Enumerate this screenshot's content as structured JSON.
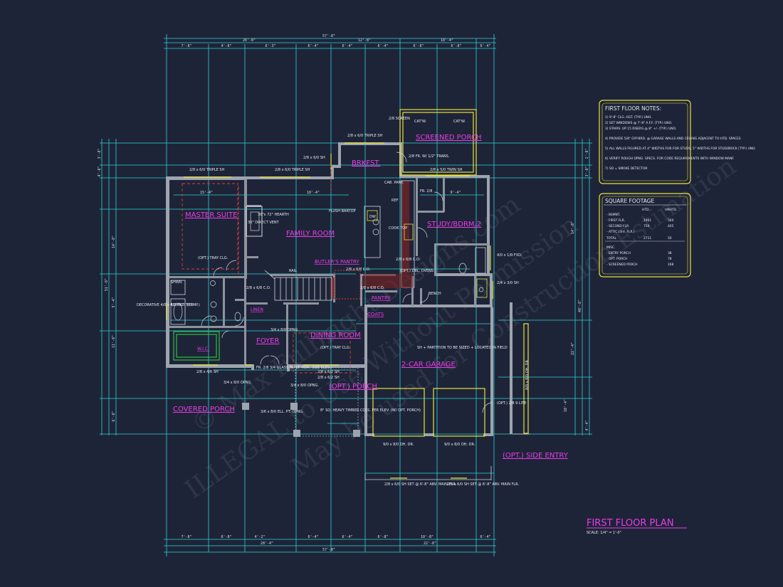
{
  "title": "FIRST FLOOR PLAN",
  "scale": "SCALE: 1/4\" = 1'-0\"",
  "watermark": {
    "line1": "© Max Fulbright Designs.com",
    "line2": "ILLEGAL to Use Without Permission",
    "line3": "May be used for Construction Estimation"
  },
  "rooms": {
    "master_suite": "MASTER SUITE",
    "family_room": "FAMILY ROOM",
    "brkfst": "BRKFST.",
    "screened_porch": "SCREENED PORCH",
    "study": "STUDY/BDRM.2",
    "butlers_pantry": "BUTLER'S PANTRY",
    "pantry": "PANTRY",
    "coats": "COATS",
    "linen": "LINEN",
    "foyer": "FOYER",
    "dining_room": "DINING ROOM",
    "wic": "W.I.C.",
    "covered_porch": "COVERED PORCH",
    "opt_porch": "(OPT.) PORCH",
    "garage": "2-CAR GARAGE",
    "side_entry": "(OPT.) SIDE ENTRY"
  },
  "notes": {
    "first_floor": {
      "title": "FIRST FLOOR NOTES:",
      "items": [
        "1) 9'-8\" CLG. HGT. (TYP.) UNO.",
        "2) SET WINDOWS @ 7'-8\" A.F.F. (TYP.) UNO.",
        "3) STAIRS: UP 15 RISERS @ 8\" +/- (TYP.) UNO.",
        "4) PROVIDE 5/8\" GYP.BRD. @ GARAGE WALLS AND CEILING ADJACENT TO HTD. SPACES",
        "5) ALL WALLS FIGURED AT 4\" WIDTHS FOR FOR STUDS, 5\" WIDTHS FOR STUD/BRICK (TYP.) UNO.",
        "6) VERIFY ROUGH OPNG. SPECS. FOR CODE REQUIREMENTS WITH WINDOW MANF.",
        "7) SD = SMOKE DETECTOR"
      ]
    },
    "square_footage": {
      "title": "SQUARE FOOTAGE",
      "col_heated": "HTD.",
      "col_unheated": "UNHTD.",
      "rows": [
        {
          "label": "- BSMNT.",
          "htd": "",
          "unhtd": ""
        },
        {
          "label": "- FIRST FLR.",
          "htd": "1961",
          "unhtd": "560"
        },
        {
          "label": "- SECOND FLR.",
          "htd": "750",
          "unhtd": "405"
        },
        {
          "label": "- ATTIC (3rd. FLR.)",
          "htd": "",
          "unhtd": ""
        },
        {
          "label": "TOTAL",
          "htd": "2711",
          "unhtd": "50"
        },
        {
          "label": "MISC.",
          "htd": "",
          "unhtd": ""
        },
        {
          "label": "- ENTRY PORCH",
          "htd": "",
          "unhtd": "38"
        },
        {
          "label": "- OPT. PORCH",
          "htd": "",
          "unhtd": "78"
        },
        {
          "label": "- SCREENED PORCH",
          "htd": "",
          "unhtd": "168"
        }
      ]
    }
  },
  "callouts": {
    "triple_sh_1": "2/8 x 6/0 TRIPLE SH",
    "triple_sh_2": "2/8 x 6/0 TRIPLE SH",
    "triple_sh_3": "2/8 x 6/0 TRIPLE SH",
    "sh_1": "2/8 x 6/0 SH",
    "twin_sh": "2/8 x 5/0 TWIN SH",
    "screen": "2/8 SCREEN",
    "catw1": "CAT'W.",
    "catw2": "CAT'W.",
    "fr_w": "2/8 FR. W/ 1/2\" TRANS.",
    "hearth": "36\"x 72\" HEARTH",
    "direct_vent": "36\" DIRECT VENT",
    "flush_bartop": "FLUSH BARTOP",
    "dw": "DW",
    "cook_top": "COOK TOP",
    "cab_pant": "CAB. PANT.",
    "ref": "REF",
    "dbl_ovens": "(OPT.) DBL. OVENS",
    "tray_clg_1": "(OPT.) TRAY CLG.",
    "tray_clg_2": "(OPT.) TRAY CLG.",
    "rail": "RAIL",
    "co_1": "2/8 x 6/8 C.O.",
    "co_2": "2/8 x 6/8 C.O.",
    "co_3": "2/8 x 6/8 C.O.",
    "co_4": "2/8 x 6/8 C.O.",
    "bench": "BENCH",
    "fxd_1": "4/0 x 1/0 FXD.",
    "sh_2": "2/4 x 3/0 SH",
    "decorative": "DECORATIVE 4/0 x 4/0 FXD. (TEMP.)",
    "shwr": "SHWR.",
    "tub": "42\"x60\" TUB",
    "sh_3": "2/8 x 4/6 SH",
    "glass_sl": "FR. 2/8 3/4 GLASS SL. LT. HDR. (SEE ELEV.)",
    "opng_1": "3/4 x 8/0 OPNG.",
    "opng_2": "3/4 x 8/0 OPNG.",
    "opng_3": "3/4 x 8/0 OPNG.",
    "cased_opng": "3/6 x 8/0 ELL. PT. OPNG.",
    "sh_4": "2/8 x 6/2 SH",
    "sh_5": "2/8 x 6/2 SH",
    "timber_cols": "8\" SQ. HEAVY TIMBER COLS. PER ELEV. (W/ OPT. PORCH)",
    "partition": "SH + PARTITION TO BE SIZED + LOCATED IN FIELD",
    "gar_dr_1": "9/0 x 8/0 OH. DR.",
    "gar_dr_2": "9/0 x 8/0 OH. DR.",
    "side_dr": "8/0 x 8/0 OH. DR.",
    "opt_lite": "(OPT.) 2/8 9 LITE",
    "sh_6": "2/8 x 6/0 SH SET @ 6'-8\" ABV. MAIN FLR.",
    "sh_7": "2/8 x 6/0 SH SET @ 6'-8\" ABV. MAIN FLR.",
    "fr_2": "FR. 2/8"
  },
  "dims": {
    "overall_top": "57'-8\"",
    "overall_bottom": "57'-8\"",
    "top_a": "26'-8\"",
    "top_b": "12'-8\"",
    "top_c": "18'-4\"",
    "top_row2": [
      "7'-8\"",
      "4'-8\"",
      "6'-3\"",
      "6'-4\"",
      "6'-4\"",
      "6'-4\"",
      "6'-8\"",
      "6'-8\"",
      "6'-4\""
    ],
    "bot_a": "28'-4\"",
    "bot_b": "22'-8\"",
    "bot_row1": [
      "7'-8\"",
      "6'-8\"",
      "4'-2\"",
      "6'-4\"",
      "6'-4\"",
      "6'-8\"",
      "10'-8\"",
      "6'-4\""
    ],
    "left_total": "51'-8\"",
    "right_total": "48'-8\"",
    "left_side": [
      "3'-8\"",
      "4'-8\"",
      "14'-8\"",
      "5'-4\"",
      "11'-8\"",
      "6'-8\""
    ],
    "right_side": [
      "1'-8\"",
      "3'-8\"",
      "14'-8\"",
      "22'-4\"",
      "10'-4\"",
      "4'-4\""
    ],
    "int_master": "15'-4\"",
    "int_family": "18'-4\"",
    "int_study": "9'-4\""
  }
}
